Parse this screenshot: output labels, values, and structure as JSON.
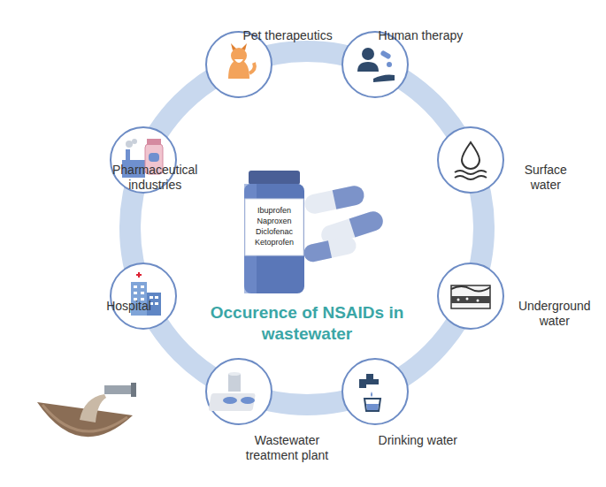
{
  "diagram": {
    "title": "Occurence of NSAIDs in wastewater",
    "nodes": [
      {
        "text": [
          "Pet therapeutics"
        ]
      },
      {
        "text": [
          "Human therapy"
        ]
      },
      {
        "text": [
          "Surface water"
        ]
      },
      {
        "text": [
          "Underground water"
        ]
      },
      {
        "text": [
          "Drinking water"
        ]
      },
      {
        "text": [
          "Wastewater treatment plant"
        ]
      },
      {
        "text": [
          "Hospital"
        ]
      },
      {
        "text": [
          "Pharmaceutical industries"
        ]
      }
    ],
    "labels": [
      "Ibuprofen",
      "Naproxen",
      "Diclofenac",
      "Ketoprofen"
    ]
  }
}
